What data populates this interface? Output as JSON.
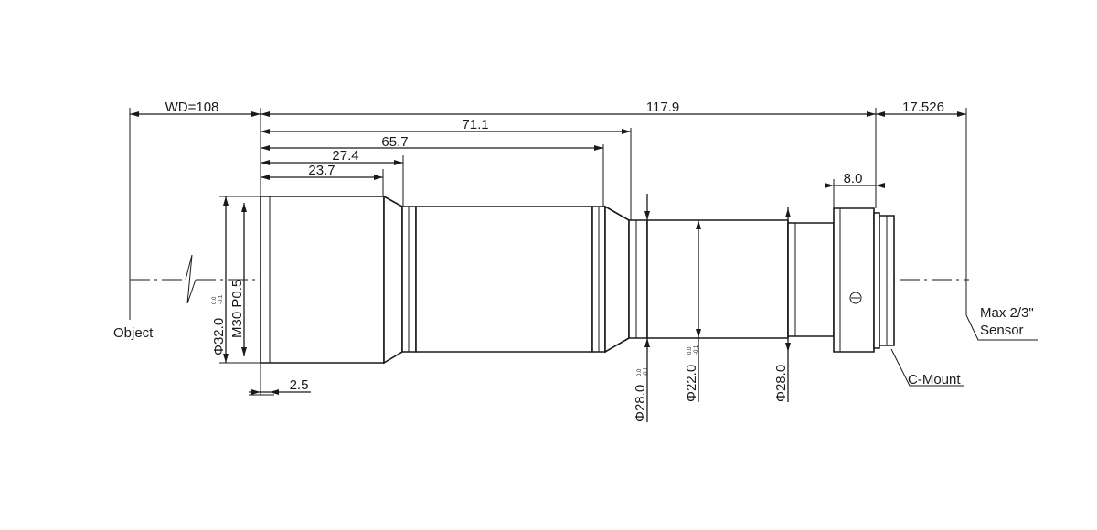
{
  "dimensions": {
    "wd": "WD=108",
    "total_length": "117.9",
    "d_71_1": "71.1",
    "d_65_7": "65.7",
    "d_27_4": "27.4",
    "d_23_7": "23.7",
    "d_17_526": "17.526",
    "d_8_0": "8.0",
    "d_2_5": "2.5"
  },
  "diameters": {
    "front_outer": "Φ32.0",
    "front_tol_upper": "0.0",
    "front_tol_lower": "-0.1",
    "thread": "M30 P0.5",
    "mid": "Φ28.0",
    "mid_tol_upper": "0.0",
    "mid_tol_lower": "-0.1",
    "narrow": "Φ22.0",
    "narrow_tol_upper": "0.0",
    "narrow_tol_lower": "-0.1",
    "rear": "Φ28.0"
  },
  "labels": {
    "object": "Object",
    "sensor_line1": "Max 2/3\"",
    "sensor_line2": "Sensor",
    "mount": "C-Mount"
  }
}
